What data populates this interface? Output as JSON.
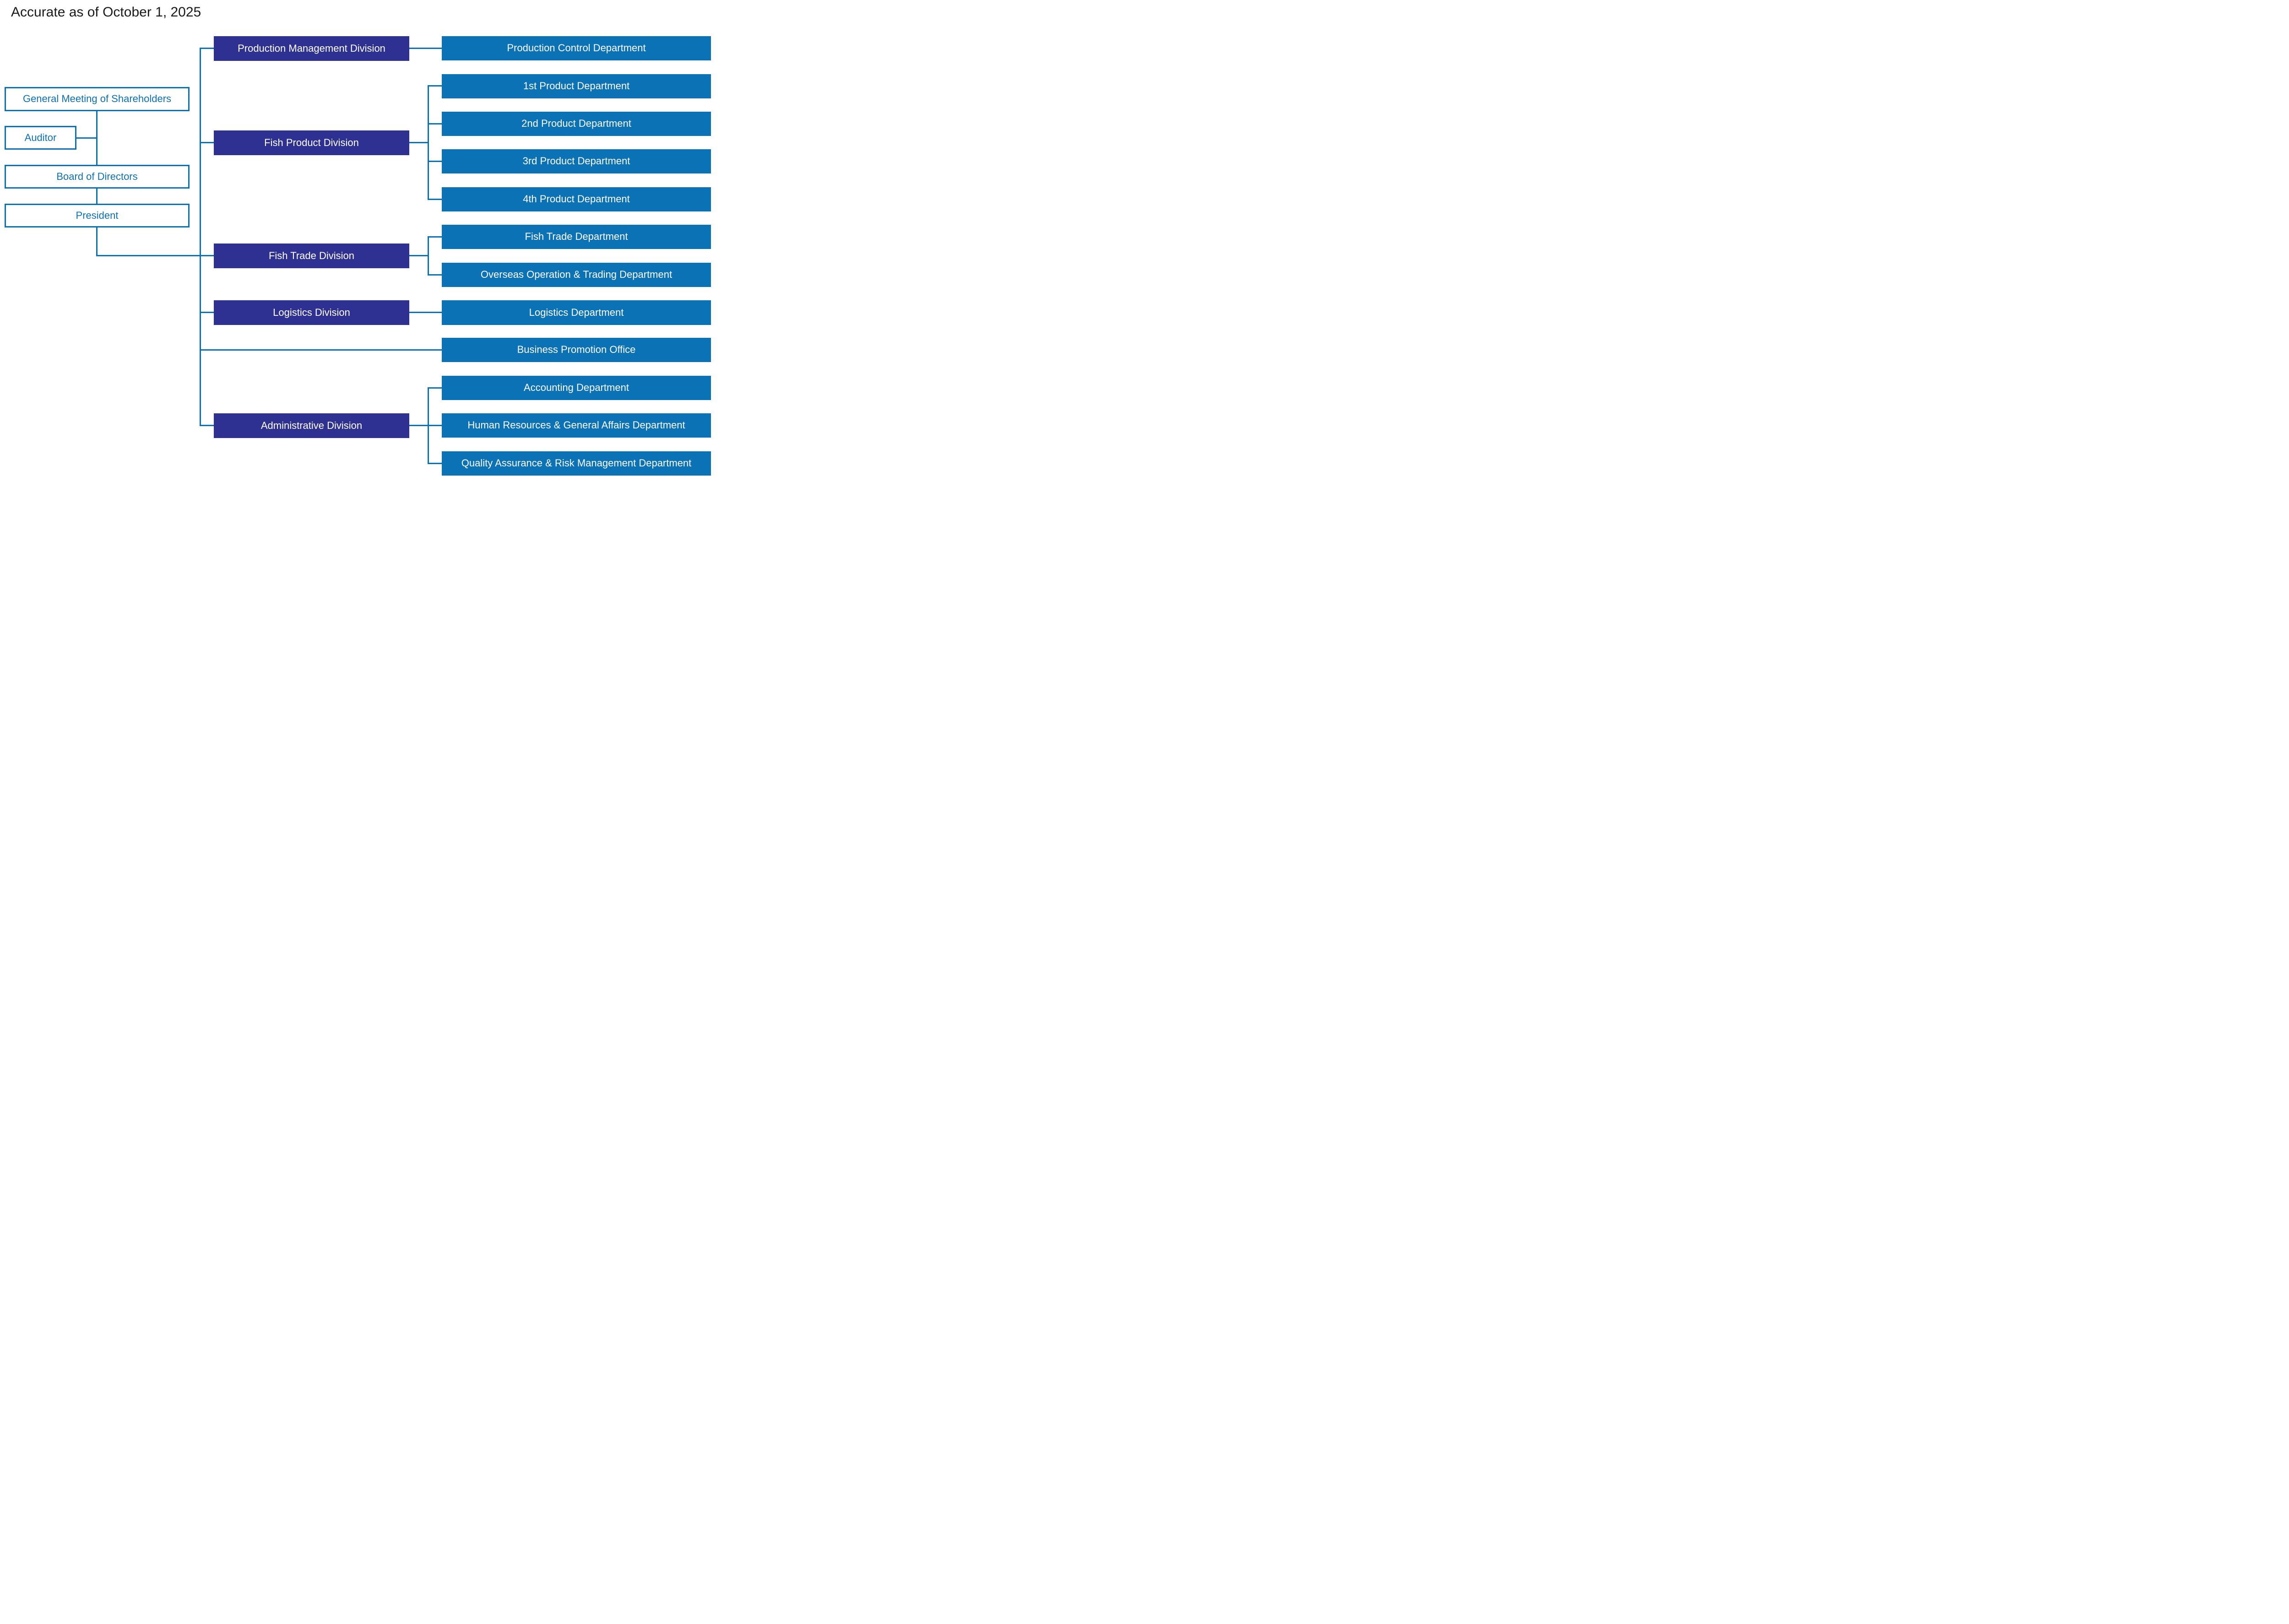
{
  "title": "Accurate as of October 1, 2025",
  "colors": {
    "navy": "#2e3191",
    "blue": "#0b72b6",
    "title_text": "#1a1a1a"
  },
  "governance": {
    "shareholders": "General Meeting of Shareholders",
    "auditor": "Auditor",
    "board": "Board of Directors",
    "president": "President"
  },
  "divisions": [
    {
      "label": "Production Management Division",
      "departments": [
        "Production Control Department"
      ]
    },
    {
      "label": "Fish Product Division",
      "departments": [
        "1st Product Department",
        "2nd Product Department",
        "3rd Product Department",
        "4th Product Department"
      ]
    },
    {
      "label": "Fish Trade Division",
      "departments": [
        "Fish Trade Department",
        "Overseas Operation & Trading Department"
      ]
    },
    {
      "label": "Logistics Division",
      "departments": [
        "Logistics Department"
      ]
    },
    {
      "label": "Administrative Division",
      "departments": [
        "Accounting Department",
        "Human Resources & General Affairs Department",
        "Quality Assurance & Risk Management Department"
      ]
    }
  ],
  "offices": [
    {
      "label": "Business Promotion Office"
    }
  ]
}
